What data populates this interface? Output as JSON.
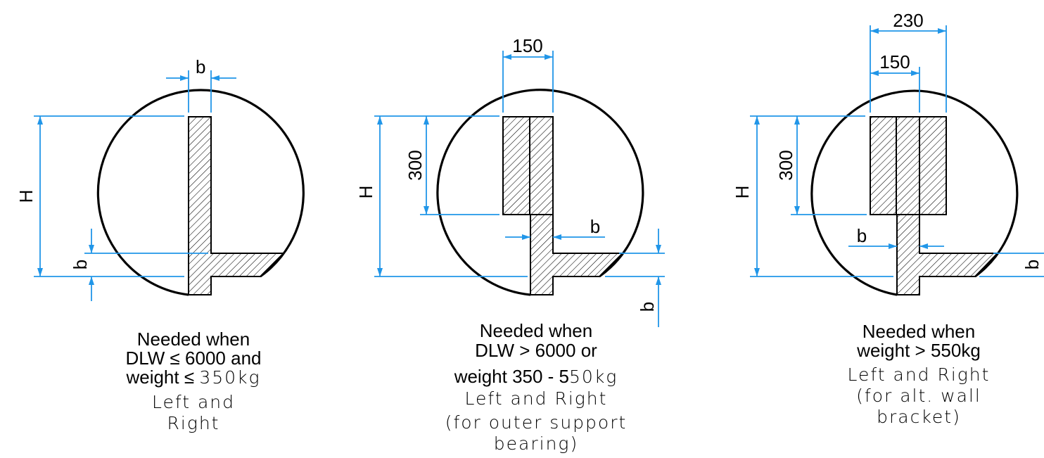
{
  "diagrams": [
    {
      "dims": {
        "width": "b",
        "height": "H",
        "flange": "b"
      },
      "caption": {
        "line1": "Needed when",
        "line2": "DLW ≤ 6000 and",
        "line3_bold": "weight ≤ ",
        "line3_thin": "350kg",
        "line4": "Left and",
        "line5": "Right"
      }
    },
    {
      "dims": {
        "width": "150",
        "height": "H",
        "block": "300",
        "web": "b",
        "flange": "b"
      },
      "caption": {
        "line1": "Needed when",
        "line2": "DLW > 6000 or",
        "line3_bold": "weight 350 - 5",
        "line3_thin": "50kg",
        "line4": "Left and Right",
        "line5": "(for outer support",
        "line6": "bearing)"
      }
    },
    {
      "dims": {
        "outer_width": "230",
        "width": "150",
        "height": "H",
        "block": "300",
        "web": "b",
        "flange": "b"
      },
      "caption": {
        "line1": "Needed when",
        "line2": "weight > 550kg",
        "line3": "Left and Right",
        "line4": "(for alt. wall",
        "line5": "bracket)"
      }
    }
  ]
}
